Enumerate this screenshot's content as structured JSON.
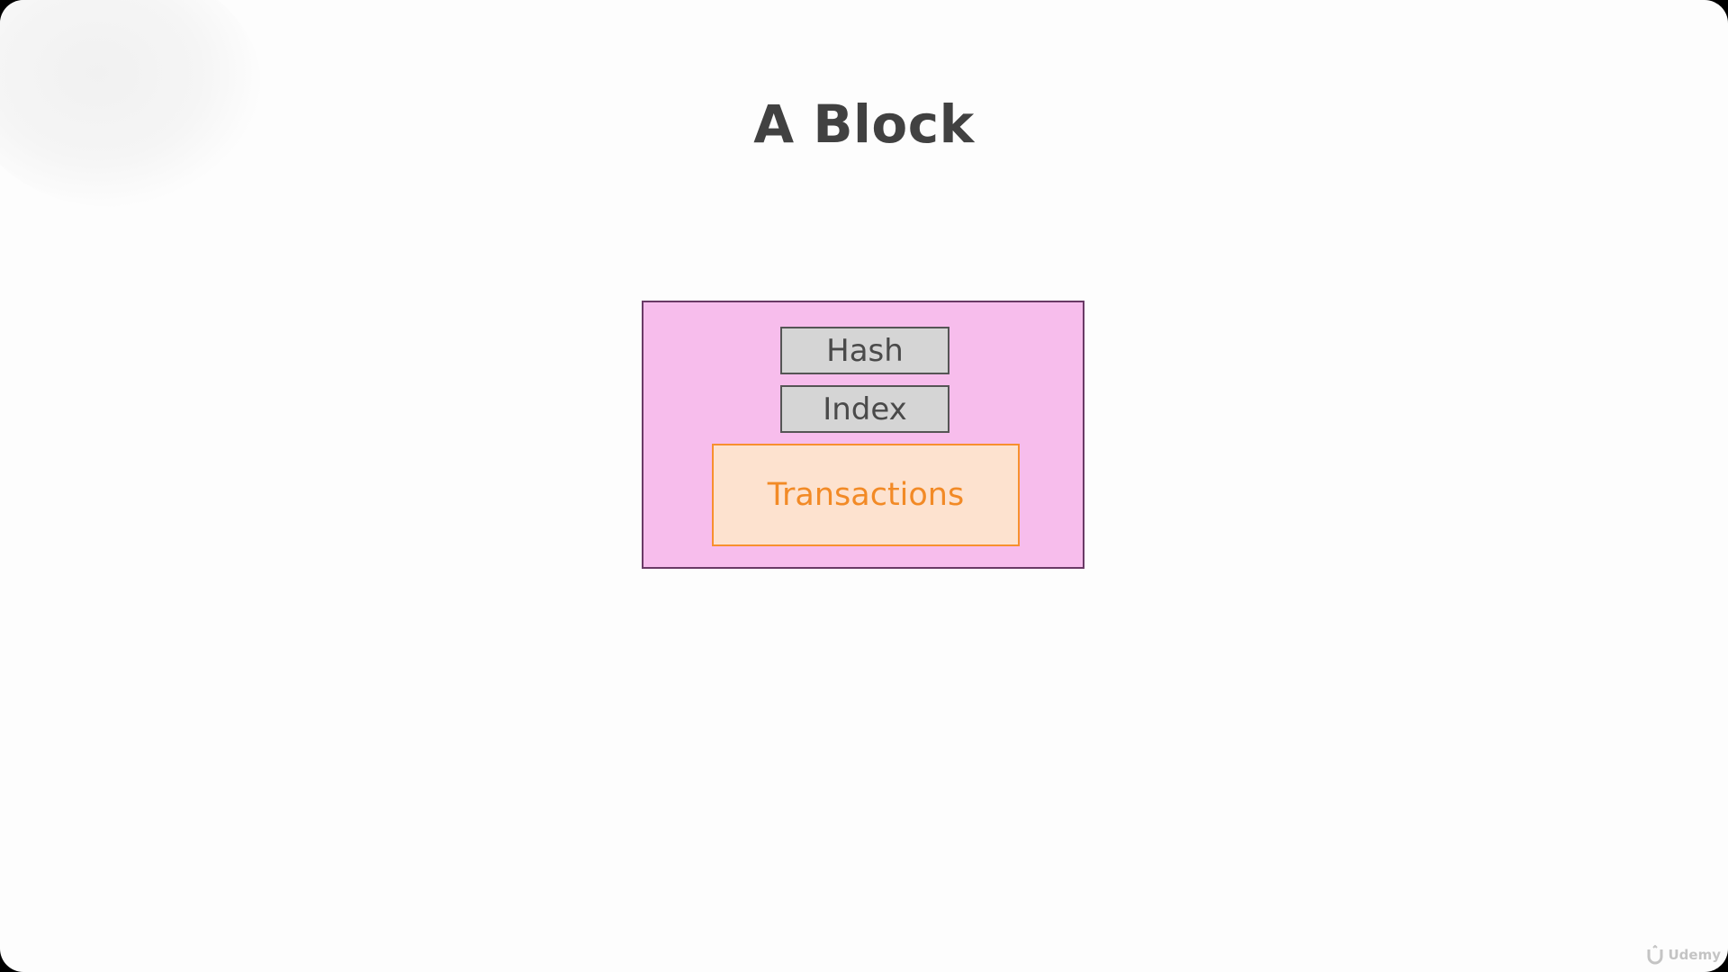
{
  "slide": {
    "title": "A Block"
  },
  "block": {
    "fields": {
      "hash": "Hash",
      "index": "Index",
      "transactions": "Transactions"
    }
  },
  "watermark": {
    "text": "Udemy",
    "icon": "udemy-logo-icon"
  },
  "colors": {
    "block_fill": "#f7bdec",
    "block_border": "#6a3a66",
    "field_fill": "#d5d5d5",
    "transactions_fill": "#fde2cf",
    "transactions_accent": "#f28a26"
  }
}
